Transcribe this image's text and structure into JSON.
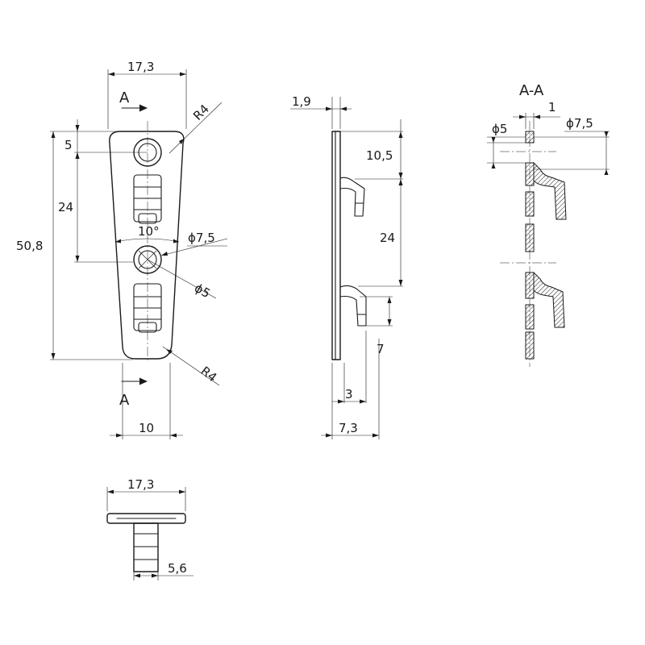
{
  "front_view": {
    "width_top": "17,3",
    "width_bottom": "10",
    "height_total": "50,8",
    "hole_offset": "5",
    "hole_spacing": "24",
    "angle": "10°",
    "diameter_outer": "ϕ7,5",
    "diameter_inner": "ϕ5",
    "radius_top": "R4",
    "radius_bottom": "R4",
    "section_mark_top": "A",
    "section_mark_bottom": "A"
  },
  "side_view": {
    "thickness": "1,9",
    "top_offset": "10,5",
    "hook_spacing": "24",
    "hook_length": "7",
    "hook_depth": "3",
    "total_depth": "7,3"
  },
  "section_view": {
    "title": "A-A",
    "thickness": "1",
    "diameter_inner": "ϕ5",
    "diameter_outer": "ϕ7,5"
  },
  "top_view": {
    "width": "17,3",
    "stud_width": "5,6"
  }
}
